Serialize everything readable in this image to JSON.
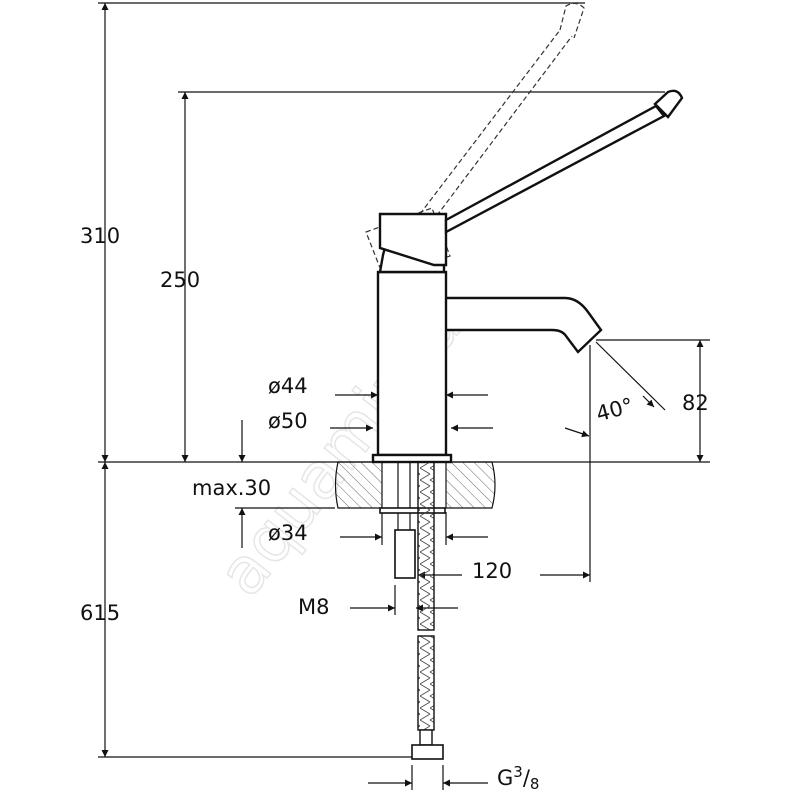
{
  "drawing": {
    "title": "Faucet dimension drawing",
    "watermark": "aquamir.ru",
    "dimensions": {
      "total_height": "310",
      "spout_height": "250",
      "below_counter": "615",
      "body_diameter": "ø44",
      "base_diameter": "ø50",
      "counter_thickness": "max.30",
      "hole_diameter": "ø34",
      "projection": "120",
      "stud": "M8",
      "connection_main": "G",
      "connection_num": "3",
      "connection_den": "8",
      "angle": "40°",
      "outlet_height": "82"
    }
  }
}
